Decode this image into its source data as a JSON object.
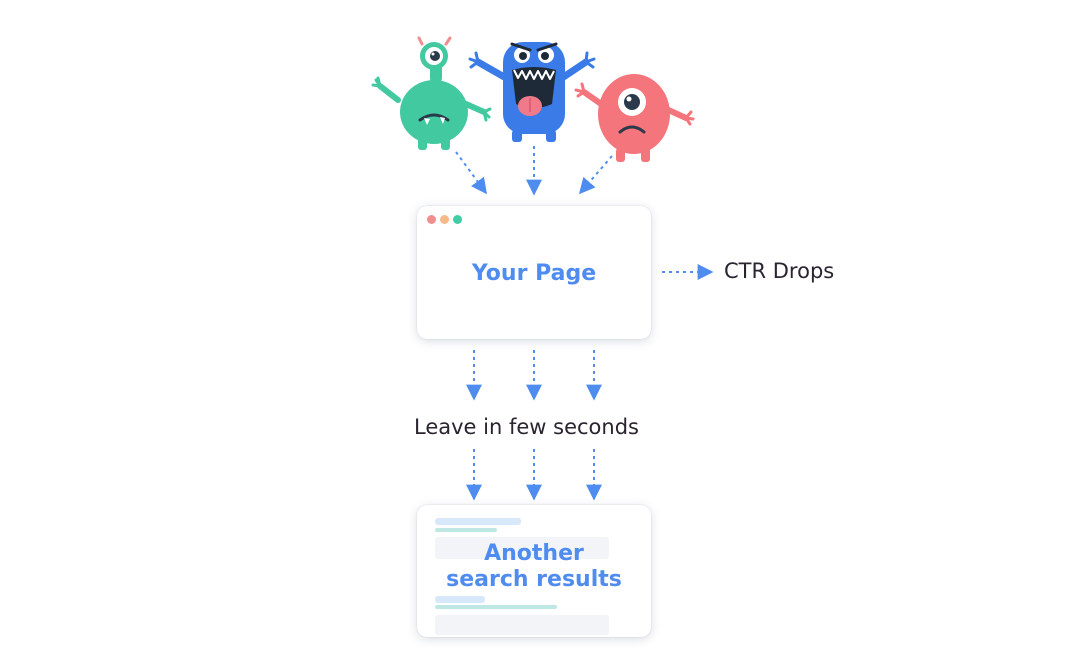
{
  "page_card": {
    "title": "Your Page",
    "window_dots": [
      "#f28e8e",
      "#f5b98a",
      "#3dcea3"
    ]
  },
  "side_label": "CTR Drops",
  "middle_label": "Leave in few seconds",
  "results_card": {
    "title_line1": "Another",
    "title_line2": "search results"
  },
  "colors": {
    "arrow": "#4f8cf0",
    "title": "#4f8cf0",
    "label": "#2b2430",
    "monster_green": "#43c9a0",
    "monster_blue": "#3a7be8",
    "monster_pink": "#f4757c"
  },
  "icons": [
    "green-monster-icon",
    "blue-monster-icon",
    "pink-monster-icon"
  ]
}
